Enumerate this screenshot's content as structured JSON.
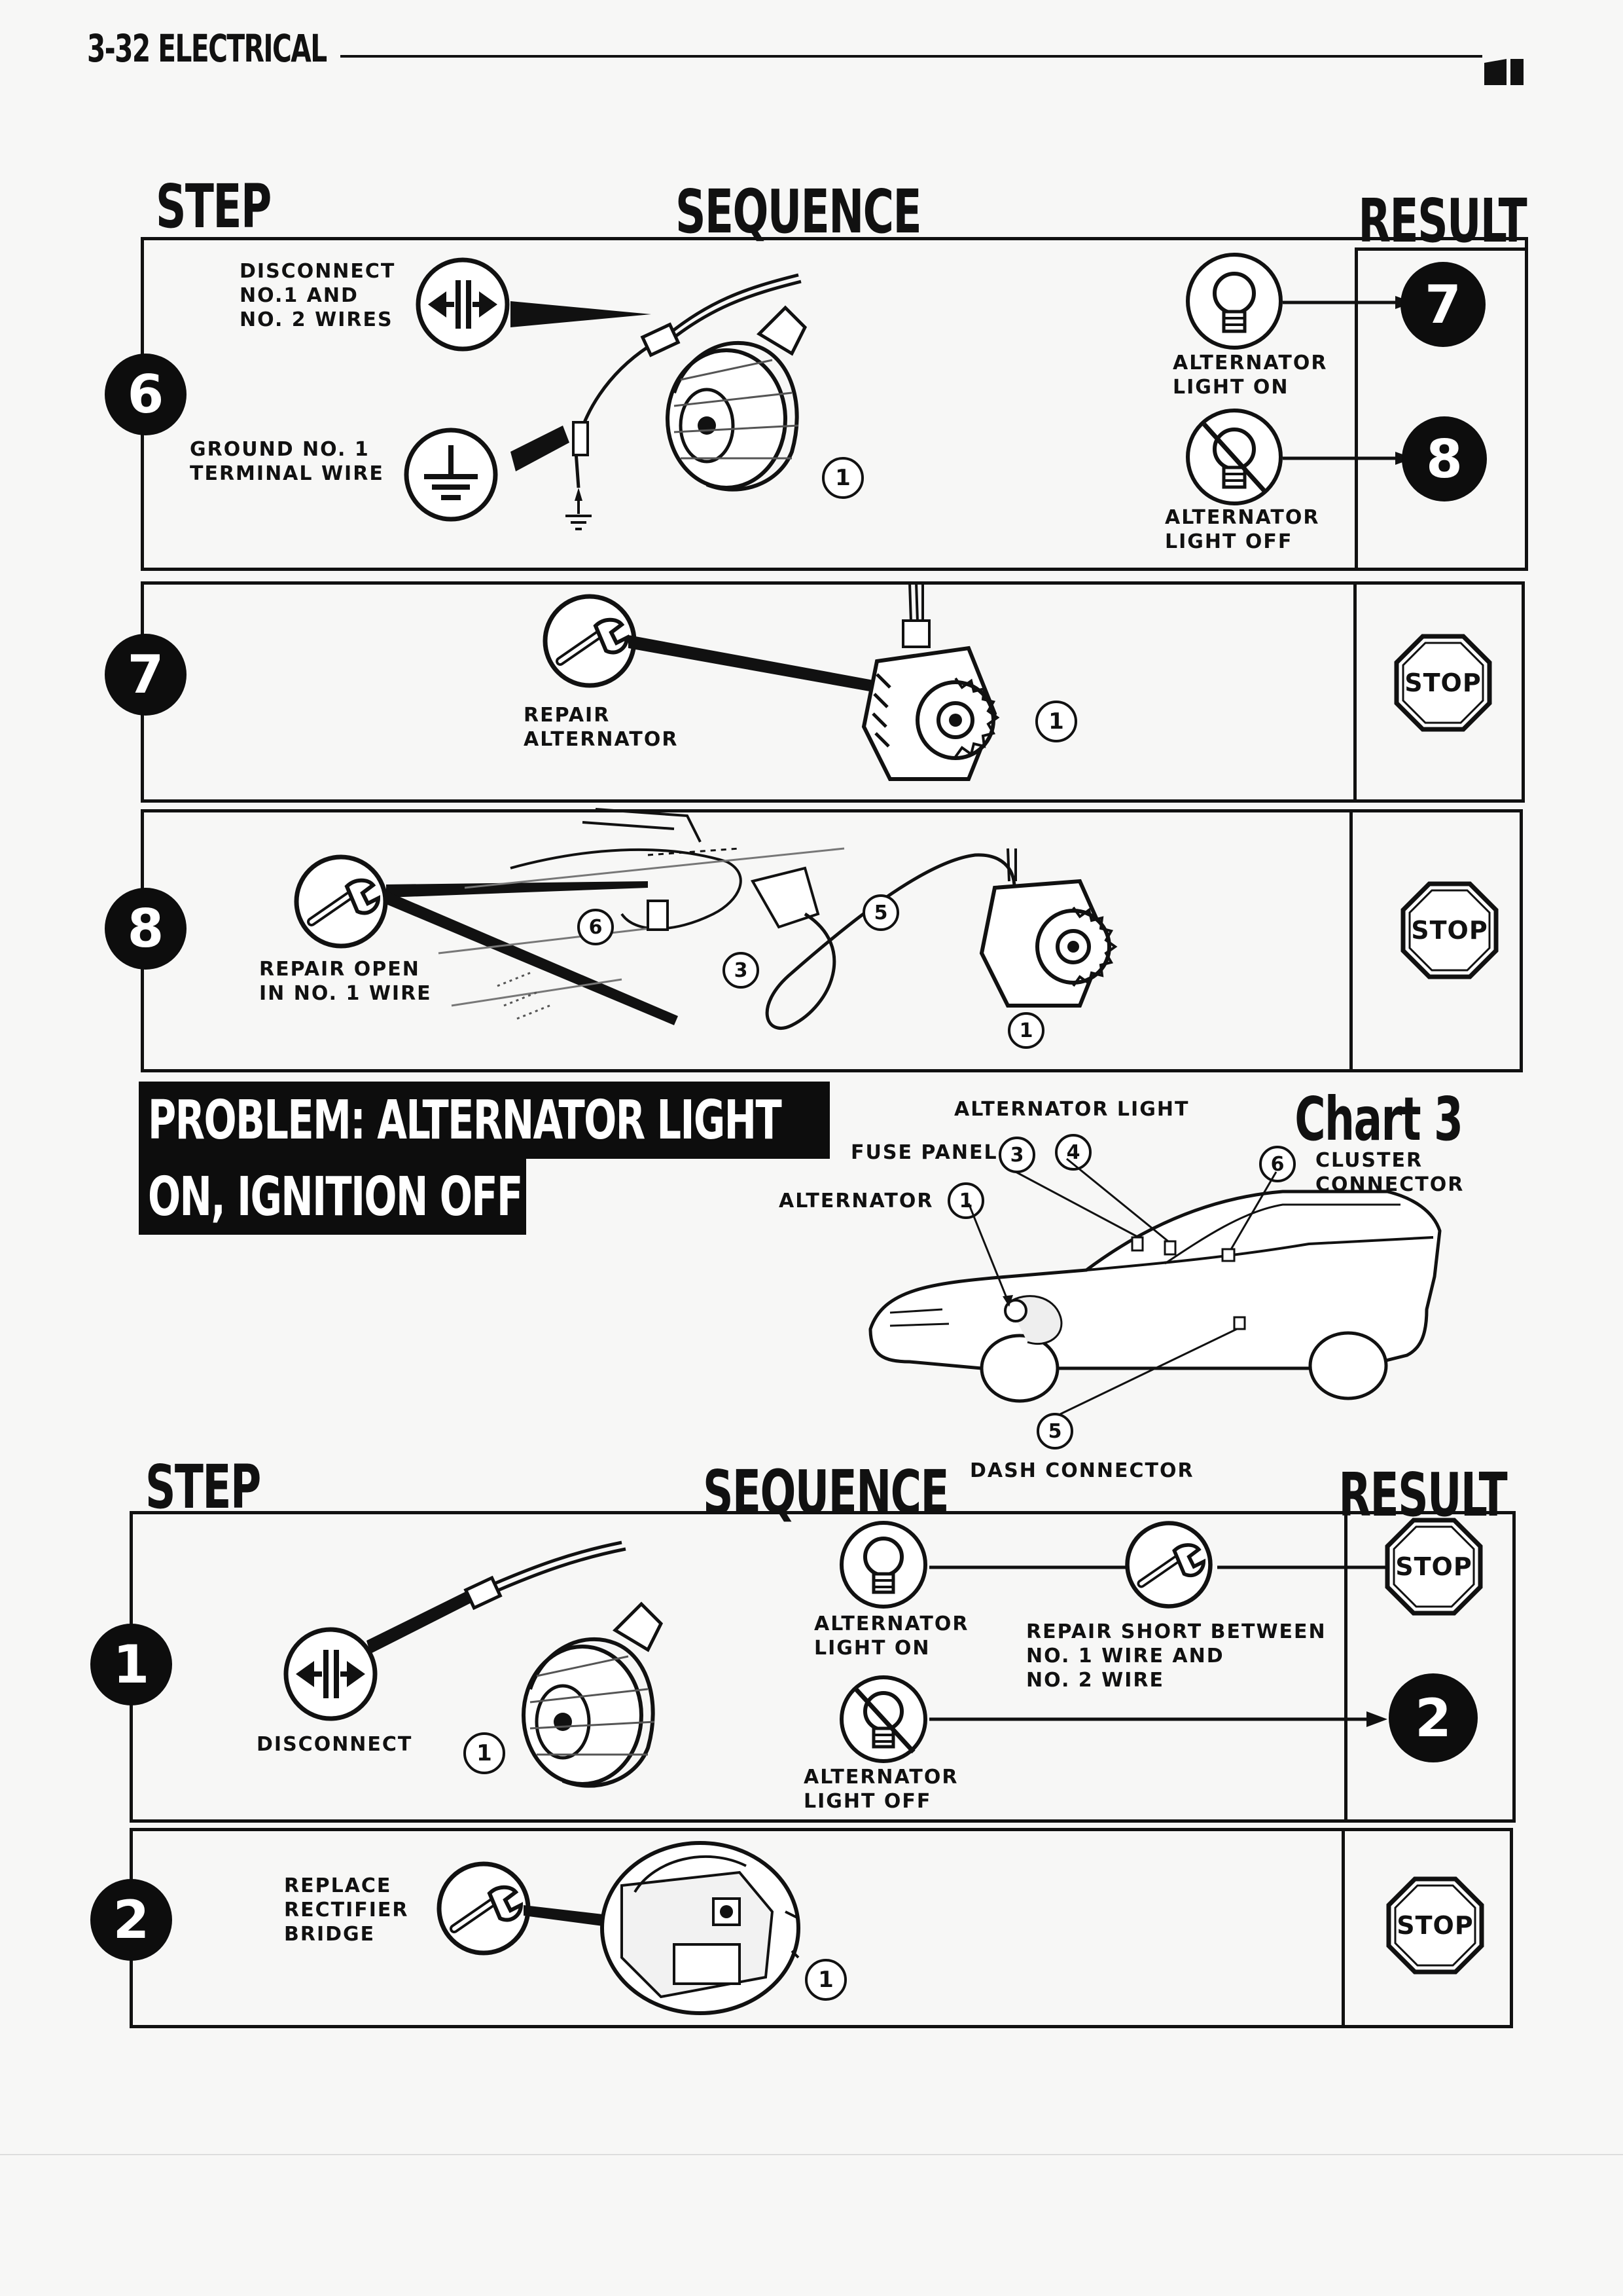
{
  "header": {
    "page_label": "3-32 ELECTRICAL"
  },
  "chart": {
    "title": "Chart 3",
    "problem_line1": "PROBLEM:  ALTERNATOR LIGHT",
    "problem_line2": "ON, IGNITION OFF"
  },
  "columns": {
    "step": "STEP",
    "sequence": "SEQUENCE",
    "result": "RESULT"
  },
  "top_section": {
    "step6": {
      "number": "6",
      "disconnect_text": "DISCONNECT\nNO.1 AND\nNO. 2 WIRES",
      "ground_text": "GROUND NO. 1\nTERMINAL WIRE",
      "callout": "1",
      "result_on": "ALTERNATOR\nLIGHT ON",
      "result_on_goto": "7",
      "result_off": "ALTERNATOR\nLIGHT OFF",
      "result_off_goto": "8"
    },
    "step7": {
      "number": "7",
      "text": "REPAIR\nALTERNATOR",
      "callout": "1",
      "result": "STOP"
    },
    "step8": {
      "number": "8",
      "text": "REPAIR OPEN\nIN NO. 1 WIRE",
      "callouts": [
        "6",
        "5",
        "3",
        "1"
      ],
      "result": "STOP"
    }
  },
  "locator": {
    "alternator_light": "ALTERNATOR LIGHT",
    "fuse_panel": "FUSE PANEL",
    "alternator": "ALTERNATOR",
    "cluster_connector": "CLUSTER\nCONNECTOR",
    "dash_connector": "DASH CONNECTOR",
    "numbers": {
      "alternator": "1",
      "fuse3": "3",
      "fuse4": "4",
      "dash": "5",
      "cluster": "6"
    }
  },
  "bottom_section": {
    "step1": {
      "number": "1",
      "text": "DISCONNECT",
      "callout": "1",
      "result_on": "ALTERNATOR\nLIGHT ON",
      "repair_text": "REPAIR SHORT BETWEEN\nNO. 1 WIRE AND\nNO. 2 WIRE",
      "repair_result": "STOP",
      "result_off": "ALTERNATOR\nLIGHT OFF",
      "result_off_goto": "2"
    },
    "step2": {
      "number": "2",
      "text": "REPLACE\nRECTIFIER\nBRIDGE",
      "callout": "1",
      "result": "STOP"
    }
  }
}
